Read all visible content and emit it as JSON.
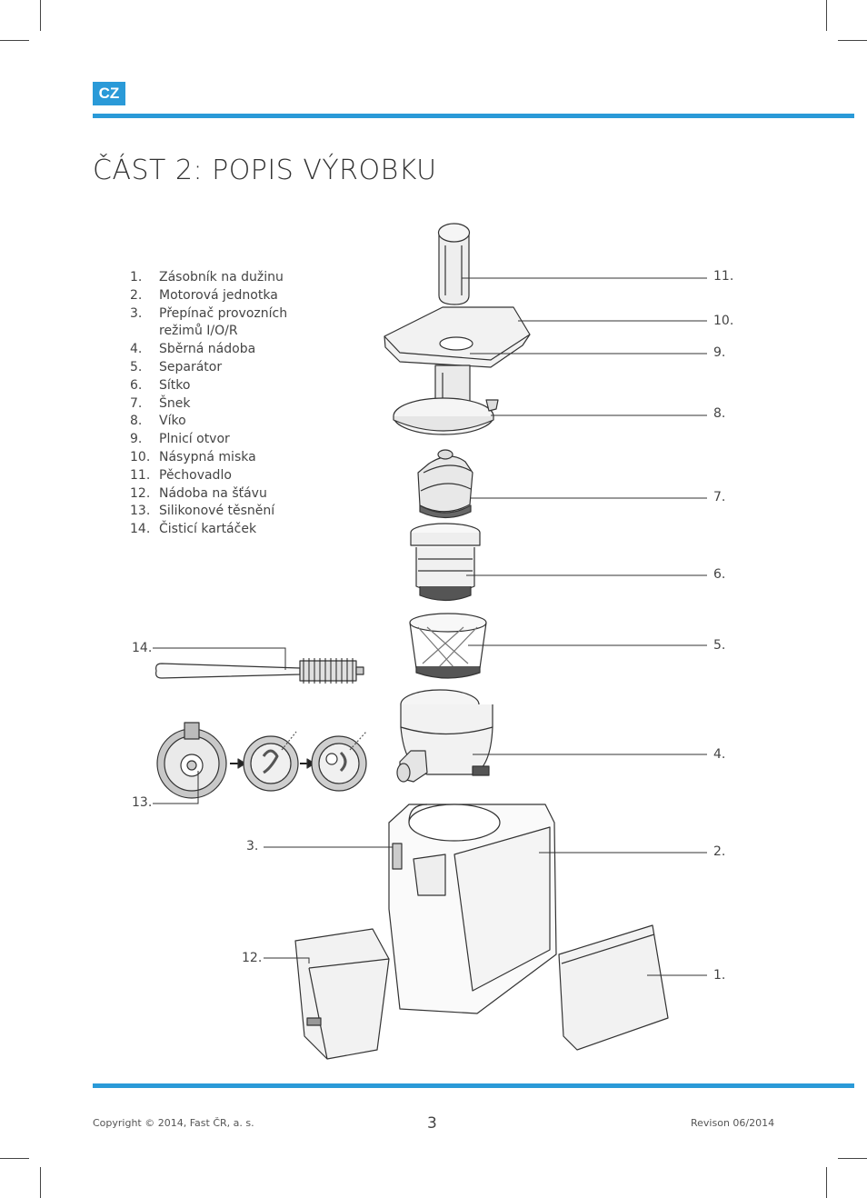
{
  "header": {
    "lang_badge": "CZ",
    "title": "ČÁST 2: POPIS VÝROBKU",
    "accent_color": "#2a9ad8"
  },
  "parts": [
    {
      "num": "1.",
      "label": "Zásobník na dužinu"
    },
    {
      "num": "2.",
      "label": "Motorová jednotka"
    },
    {
      "num": "3.",
      "label": "Přepínač provozních režimů I/O/R"
    },
    {
      "num": "4.",
      "label": "Sběrná nádoba"
    },
    {
      "num": "5.",
      "label": "Separátor"
    },
    {
      "num": "6.",
      "label": "Sítko"
    },
    {
      "num": "7.",
      "label": "Šnek"
    },
    {
      "num": "8.",
      "label": "Víko"
    },
    {
      "num": "9.",
      "label": "Plnicí otvor"
    },
    {
      "num": "10.",
      "label": "Násypná miska"
    },
    {
      "num": "11.",
      "label": "Pěchovadlo"
    },
    {
      "num": "12.",
      "label": "Nádoba na šťávu"
    },
    {
      "num": "13.",
      "label": "Silikonové těsnění"
    },
    {
      "num": "14.",
      "label": "Čisticí kartáček"
    }
  ],
  "callouts": {
    "c11": "11.",
    "c10": "10.",
    "c9": "9.",
    "c8": "8.",
    "c7": "7.",
    "c6": "6.",
    "c5": "5.",
    "c4": "4.",
    "c2": "2.",
    "c1": "1.",
    "c14": "14.",
    "c13": "13.",
    "c3": "3.",
    "c12": "12."
  },
  "footer": {
    "copyright": "Copyright © 2014, Fast ČR, a. s.",
    "page_number": "3",
    "revision": "Revison 06/2014"
  }
}
